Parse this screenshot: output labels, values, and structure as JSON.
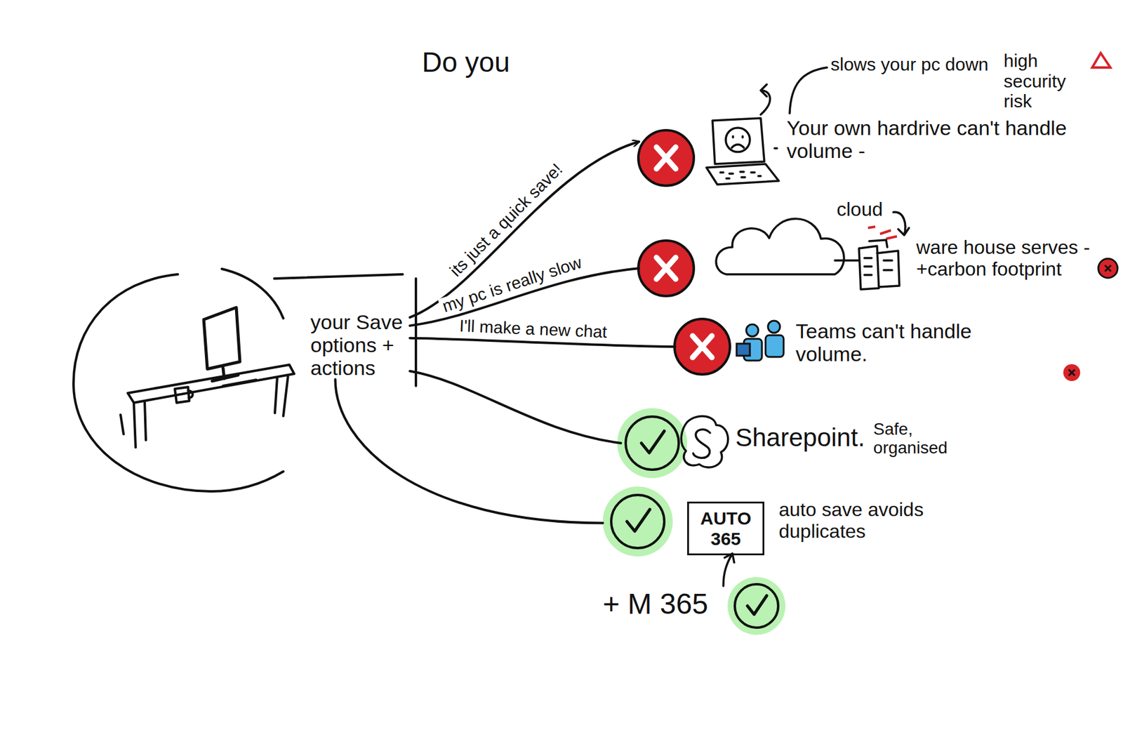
{
  "diagram": {
    "title": "Do you",
    "nodes": [
      {
        "text": [
          "your Save options + actions"
        ]
      },
      {
        "text": [
          "Your own hardrive can't handle volume -"
        ]
      },
      {
        "text": [
          "ware house serves - +carbon footprint"
        ]
      },
      {
        "text": [
          "Teams can't handle volume."
        ]
      },
      {
        "text": [
          "Sharepoint.",
          "Safe, organised"
        ]
      },
      {
        "text": [
          "AUTO 365"
        ]
      }
    ],
    "edges": [
      {
        "from": 0,
        "to": 1,
        "arrow": "to",
        "label": "its just a quick save!"
      },
      {
        "from": 0,
        "to": 2,
        "arrow": "none",
        "label": "my pc is really slow"
      },
      {
        "from": 0,
        "to": 3,
        "arrow": "none",
        "label": "I'll make a new chat"
      },
      {
        "from": 0,
        "to": 4,
        "arrow": "none"
      },
      {
        "from": 0,
        "to": 5,
        "arrow": "none"
      }
    ],
    "labels": [
      "slows your pc down",
      "high security risk",
      "cloud",
      "auto save avoids duplicates",
      "+ M 365"
    ]
  }
}
